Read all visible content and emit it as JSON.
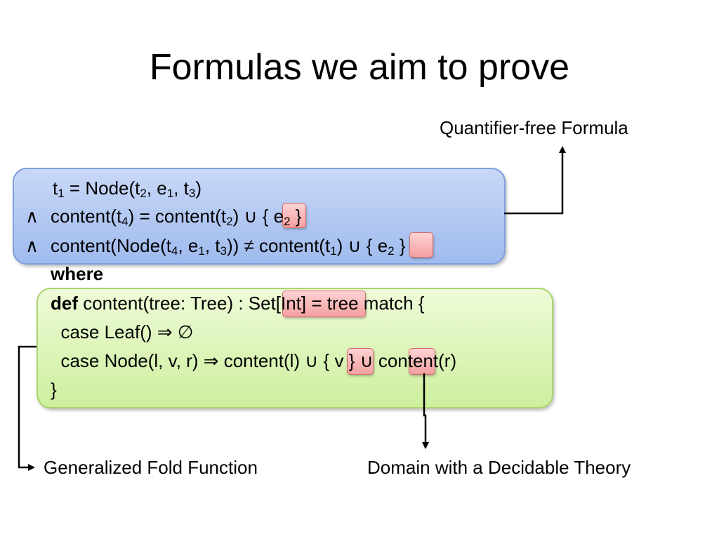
{
  "slide": {
    "title": "Formulas we aim to prove",
    "labels": {
      "quantifier_free": "Quantifier-free Formula",
      "fold_function": "Generalized Fold Function",
      "decidable_domain": "Domain with a Decidable Theory"
    },
    "formula": {
      "line1": {
        "a": "t",
        "s1": "1",
        "b": " = Node(t",
        "s2": "2",
        "c": ", e",
        "s3": "1",
        "d": ", t",
        "s4": "3",
        "e": ")"
      },
      "line2": {
        "op": "∧",
        "a": "content(t",
        "s1": "4",
        "b": ") = content(t",
        "s2": "2",
        "c": ") ∪ { e",
        "s3": "2",
        "d": " }"
      },
      "line3": {
        "op": "∧",
        "a": "content(Node(t",
        "s1": "4",
        "b": ", e",
        "s2": "1",
        "c": ", t",
        "s3": "3",
        "d": ")) ≠ content(t",
        "s4": "1",
        "e": ") ∪ { e",
        "s5": "2",
        "f": " }"
      }
    },
    "where_keyword": "where",
    "definition": {
      "def_keyword": "def",
      "line1_rest": " content(tree: Tree) : Set[Int] = tree match {",
      "line2": "  case Leaf() ⇒ ∅",
      "line3": "  case Node(l, v, r) ⇒ content(l) ∪ { v } ∪ content(r)",
      "line4": "}"
    }
  }
}
